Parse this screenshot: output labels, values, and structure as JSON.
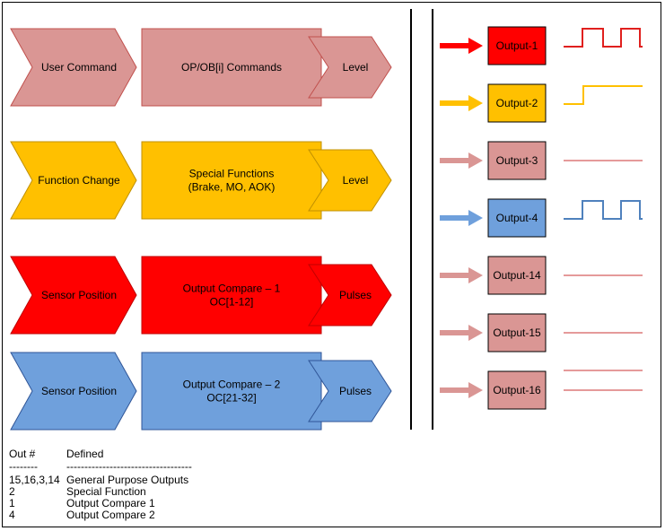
{
  "colors": {
    "pink": "#DA9694",
    "orange": "#FFC000",
    "red": "#FF0000",
    "blue": "#6FA0DC",
    "dark_pink": "#C0504D",
    "dark_orange": "#C09000",
    "dark_red": "#C00000",
    "dark_blue": "#2F5597",
    "line_pink": "#E59A9A",
    "line_orange": "#FFC000",
    "line_red": "#E0201E",
    "line_blue": "#4F81BD"
  },
  "rows": [
    {
      "input": "User Command",
      "box_lines": [
        "OP/OB[i] Commands"
      ],
      "output": "Level",
      "color": "pink"
    },
    {
      "input": "Function Change",
      "box_lines": [
        "Special Functions",
        "(Brake, MO, AOK)"
      ],
      "output": "Level",
      "color": "orange"
    },
    {
      "input": "Sensor Position",
      "box_lines": [
        "Output Compare – 1",
        "OC[1-12]"
      ],
      "output": "Pulses",
      "color": "red"
    },
    {
      "input": "Sensor Position",
      "box_lines": [
        "Output Compare – 2",
        "OC[21-32]"
      ],
      "output": "Pulses",
      "color": "blue"
    }
  ],
  "outputs": [
    {
      "label": "Output-1",
      "color": "red",
      "signal": "pulse"
    },
    {
      "label": "Output-2",
      "color": "orange",
      "signal": "step"
    },
    {
      "label": "Output-3",
      "color": "pink",
      "signal": "flat"
    },
    {
      "label": "Output-4",
      "color": "blue",
      "signal": "pulse"
    },
    {
      "label": "Output-14",
      "color": "pink",
      "signal": "flat"
    },
    {
      "label": "Output-15",
      "color": "pink",
      "signal": "flat"
    },
    {
      "label": "Output-16",
      "color": "pink",
      "signal": "flat"
    }
  ],
  "legend": {
    "header_out": "Out #",
    "header_defined": "Defined",
    "sep_out": "--------",
    "sep_defined": "-----------------------------------",
    "entries": [
      {
        "out": "15,16,3,14",
        "defined": "General Purpose Outputs"
      },
      {
        "out": "2",
        "defined": "Special Function"
      },
      {
        "out": "1",
        "defined": "Output Compare 1"
      },
      {
        "out": "4",
        "defined": "Output Compare 2"
      }
    ]
  }
}
